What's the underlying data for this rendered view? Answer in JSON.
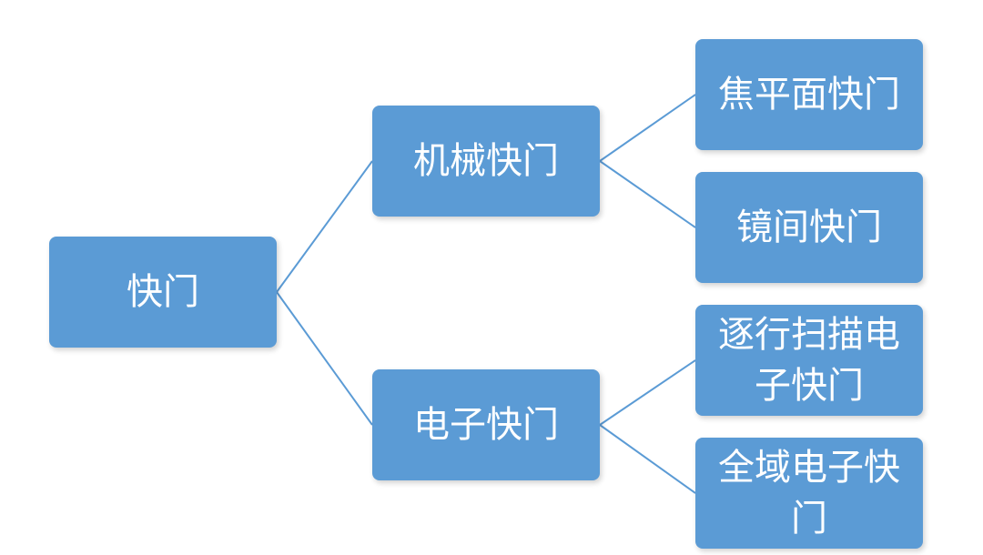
{
  "diagram": {
    "root": {
      "label": "快门"
    },
    "branches": [
      {
        "label": "机械快门",
        "children": [
          {
            "label": "焦平面快门"
          },
          {
            "label": "镜间快门"
          }
        ]
      },
      {
        "label": "电子快门",
        "children": [
          {
            "label": "逐行扫描电子快门"
          },
          {
            "label": "全域电子快门"
          }
        ]
      }
    ],
    "colors": {
      "node_fill": "#5b9bd5",
      "node_text": "#ffffff",
      "connector": "#5b9bd5"
    }
  }
}
